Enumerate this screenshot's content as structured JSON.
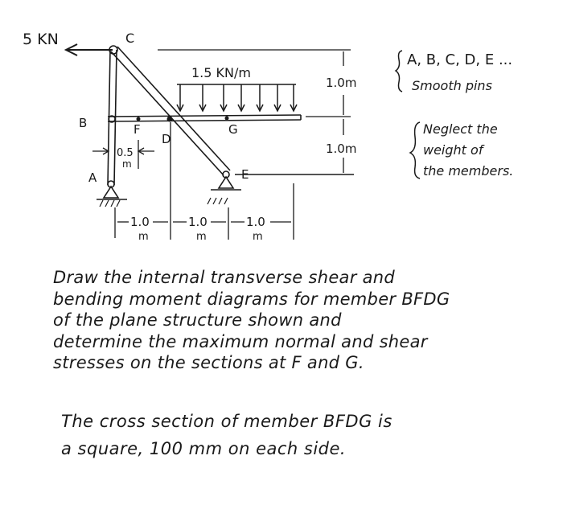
{
  "diagram": {
    "force_label": "5 KN",
    "distributed_load_label": "1.5 KN/m",
    "nodes": {
      "A": "A",
      "B": "B",
      "C": "C",
      "D": "D",
      "E": "E",
      "F": "F",
      "G": "G"
    },
    "dim_height_top": "1.0m",
    "dim_height_bottom": "1.0m",
    "dim_offset_value": "0.5",
    "dim_offset_unit": "m",
    "dim_span_1": "1.0",
    "dim_span_2": "1.0",
    "dim_span_3": "1.0",
    "dim_unit": "m"
  },
  "notes": {
    "pins_line1": "A, B, C, D, E ...",
    "pins_line2": "Smooth pins",
    "neglect_line1": "Neglect the",
    "neglect_line2": "weight of",
    "neglect_line3": "the members."
  },
  "problem": {
    "line1": "Draw the internal transverse shear and",
    "line2": "bending moment diagrams for member BFDG",
    "line3": "of the plane structure shown and",
    "line4": "determine the maximum normal and shear",
    "line5": "stresses on the sections at F and G.",
    "section_line1": "The cross section of member BFDG is",
    "section_line2": "a square, 100 mm on each side."
  }
}
